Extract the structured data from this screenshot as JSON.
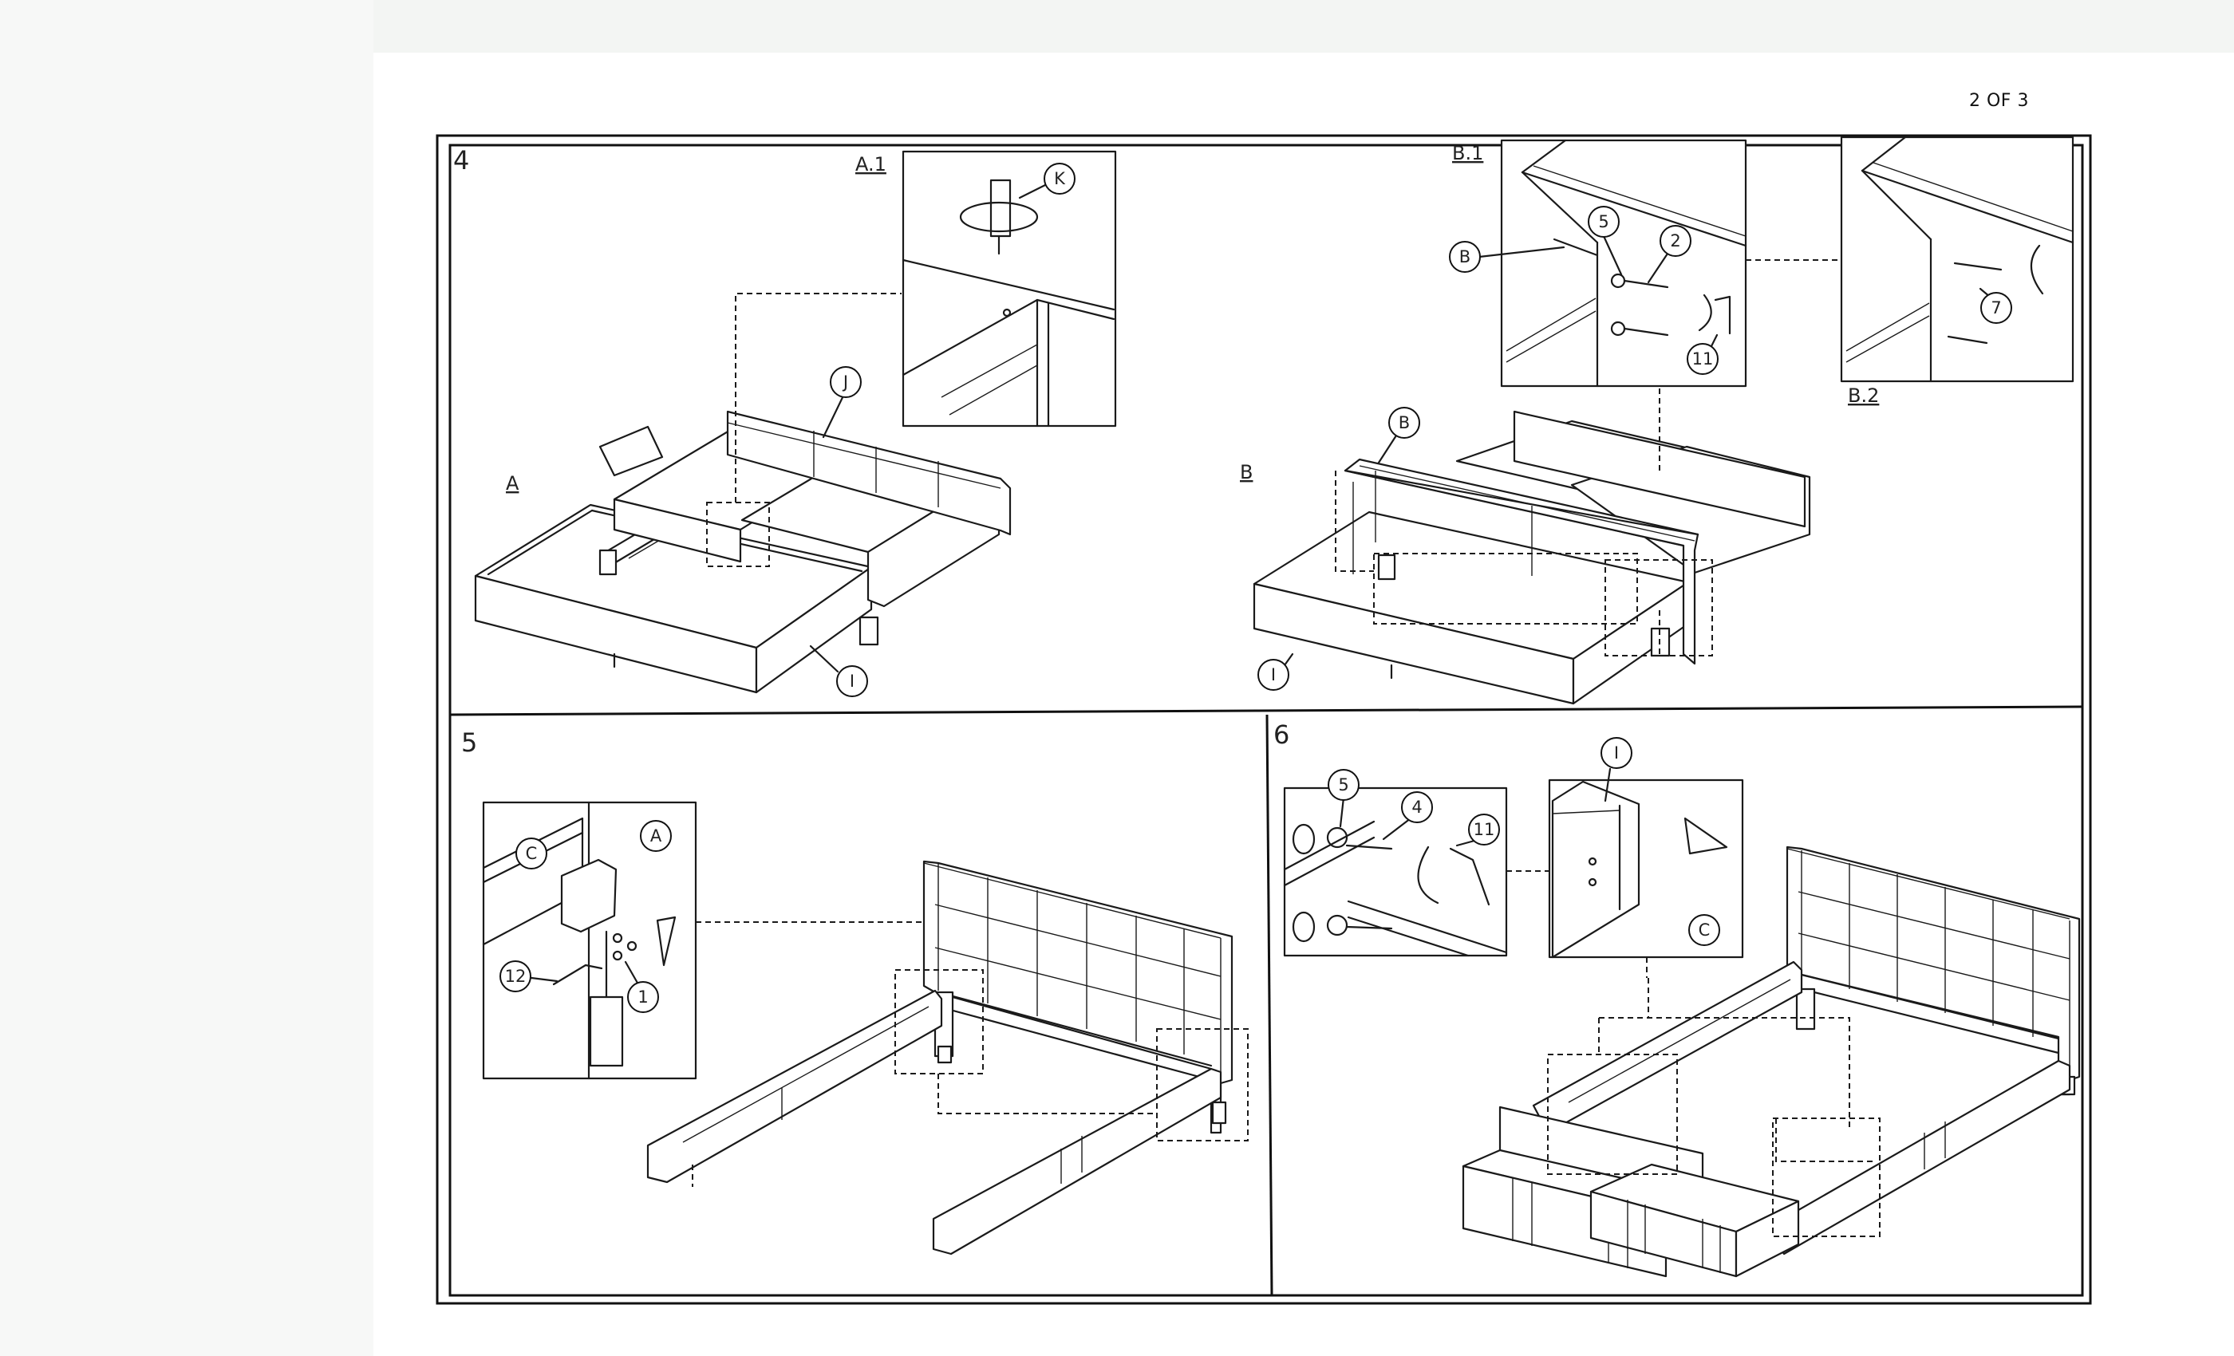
{
  "page": {
    "page_number": "2 OF 3"
  },
  "steps": [
    {
      "number": "4",
      "views": [
        {
          "id": "A",
          "label": "A"
        },
        {
          "id": "A.1",
          "label": "A.1"
        },
        {
          "id": "B",
          "label": "B"
        },
        {
          "id": "B.1",
          "label": "B.1"
        },
        {
          "id": "B.2",
          "label": "B.2"
        }
      ],
      "callouts": [
        "K",
        "J",
        "I",
        "B",
        "5",
        "2",
        "11",
        "7",
        "B",
        "I"
      ]
    },
    {
      "number": "5",
      "callouts": [
        "C",
        "A",
        "12",
        "1"
      ]
    },
    {
      "number": "6",
      "callouts": [
        "5",
        "4",
        "11",
        "I",
        "C"
      ]
    }
  ]
}
